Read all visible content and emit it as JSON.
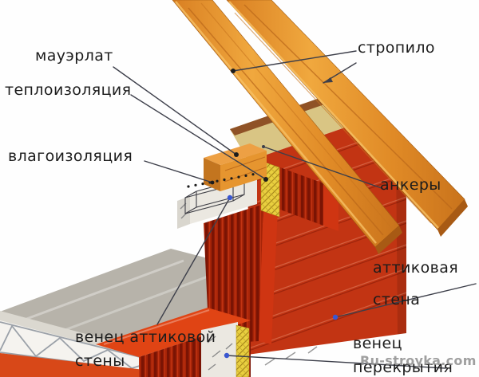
{
  "labels": {
    "mauerlat": "мауэрлат",
    "thermal_insulation": "теплоизоляция",
    "moisture_insulation": "влагоизоляция",
    "rafter": "стропило",
    "anchors": "анкеры",
    "attic_wall": {
      "line1": "аттиковая",
      "line2": "стена"
    },
    "attic_wall_crown": {
      "line1": "венец аттиковой",
      "line2": "стены"
    },
    "floor_crown": {
      "line1": "венец",
      "line2": "перекрытия"
    }
  },
  "watermark": "Ru-stroyka.com",
  "colors": {
    "background": "#fefefe",
    "brick_red": "#c23413",
    "brick_bright": "#e04414",
    "brick_dark": "#8a1a06",
    "wood_orange": "#e6952f",
    "wood_dark": "#a85a14",
    "insulation_yellow": "#e9cf3f",
    "concrete_grey": "#b7b3aa",
    "concrete_light": "#ebe8e1",
    "wall_top_tan": "#d9c584",
    "leader_line": "#3d3f4a",
    "marker_blue": "#3a57d0",
    "marker_black": "#1c1c1c",
    "text": "#1c1c1c",
    "watermark_grey": "#8f8f8f"
  }
}
